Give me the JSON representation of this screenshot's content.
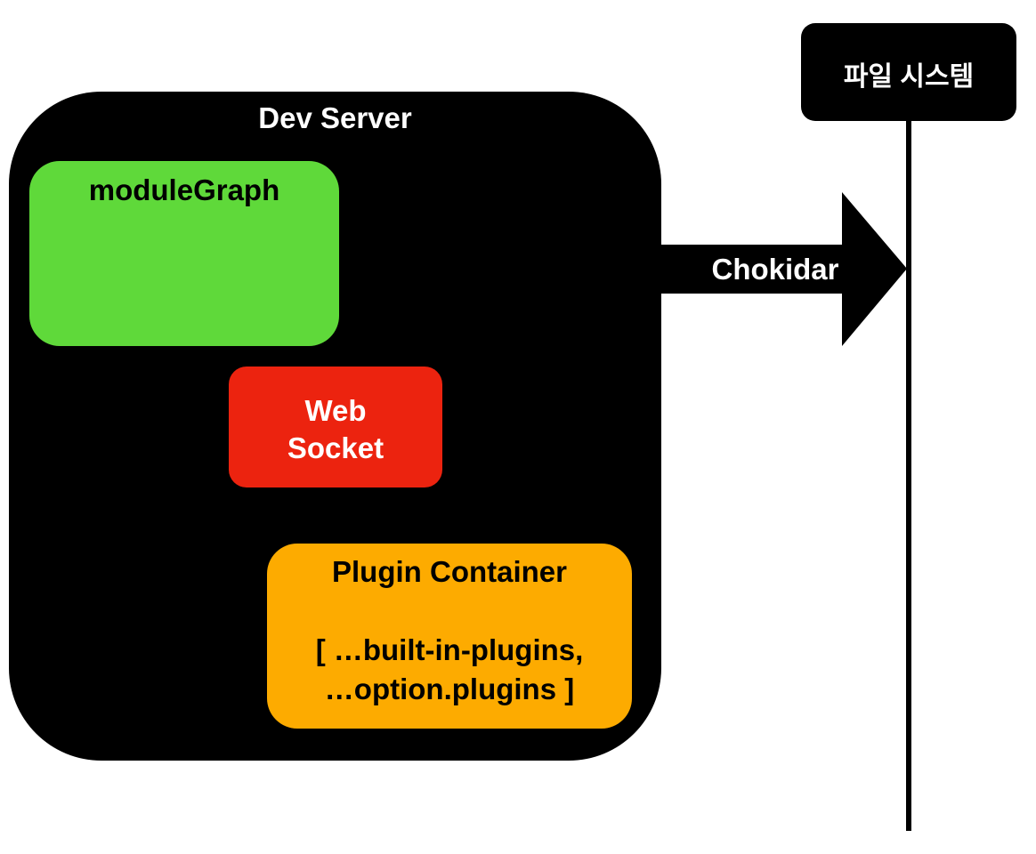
{
  "dev_server": {
    "title": "Dev Server",
    "fill": "#000000"
  },
  "module_graph": {
    "label": "moduleGraph",
    "fill": "#5fd93a"
  },
  "web_socket": {
    "label_line1": "Web",
    "label_line2": "Socket",
    "fill": "#ec230f"
  },
  "plugin_container": {
    "title": "Plugin Container",
    "line2": "[ …built-in-plugins,",
    "line3": "…option.plugins ]",
    "fill": "#fdab00"
  },
  "arrow": {
    "label": "Chokidar"
  },
  "file_system": {
    "label": "파일 시스템"
  }
}
